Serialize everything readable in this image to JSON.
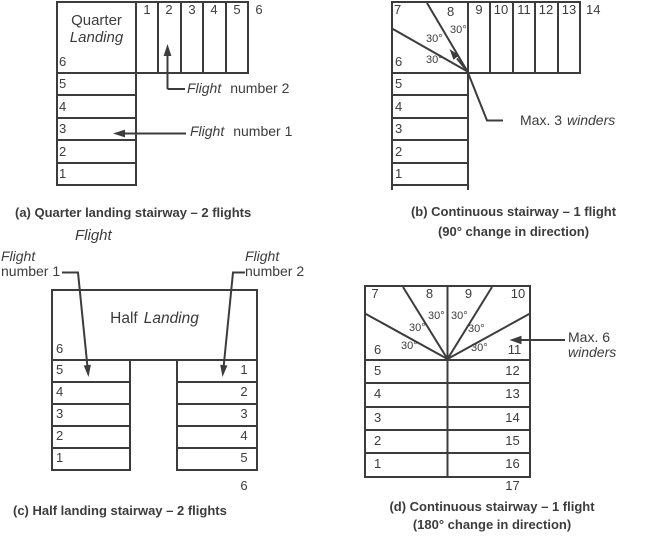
{
  "colors": {
    "ink": "#3c3c3c",
    "background": "#ffffff"
  },
  "diagram_a": {
    "landing_word1": "Quarter",
    "landing_word2": "Landing",
    "landing_number": "6",
    "top_flight_numbers": [
      "1",
      "2",
      "3",
      "4",
      "5"
    ],
    "top_flight_end_number": "6",
    "left_flight_numbers": [
      "5",
      "4",
      "3",
      "2",
      "1"
    ],
    "flight2_word": "Flight",
    "flight2_rest": "number 2",
    "flight1_word": "Flight",
    "flight1_rest": "number 1",
    "caption": "(a) Quarter landing stairway – 2 flights"
  },
  "diagram_b": {
    "corner_number_top": "7",
    "winder_number": "8",
    "corner_number_bottom": "6",
    "angle_labels": [
      "30°",
      "30°",
      "30°"
    ],
    "top_flight_numbers": [
      "9",
      "10",
      "11",
      "12",
      "13"
    ],
    "top_flight_end_number": "14",
    "left_flight_numbers": [
      "5",
      "4",
      "3",
      "2",
      "1"
    ],
    "max_winders_text": "Max. 3",
    "max_winders_italic": "winders",
    "caption_line1": "(b) Continuous stairway – 1 flight",
    "caption_line2": "(90° change in direction)"
  },
  "diagram_c": {
    "flight_heading": "Flight",
    "flight1_word": "Flight",
    "flight1_rest": "number 1",
    "flight2_word": "Flight",
    "flight2_rest": "number 2",
    "landing_word1": "Half",
    "landing_word2": "Landing",
    "landing_number": "6",
    "left_flight_numbers": [
      "5",
      "4",
      "3",
      "2",
      "1"
    ],
    "right_flight_numbers": [
      "1",
      "2",
      "3",
      "4",
      "5"
    ],
    "right_flight_end_number": "6",
    "caption": "(c) Half landing stairway – 2 flights"
  },
  "diagram_d": {
    "top_numbers": [
      "7",
      "8",
      "9",
      "10"
    ],
    "left_corner_number": "6",
    "right_corner_number": "11",
    "angle_labels": [
      "30°",
      "30°",
      "30°",
      "30°",
      "30°",
      "30°"
    ],
    "left_flight_numbers": [
      "5",
      "4",
      "3",
      "2",
      "1"
    ],
    "right_flight_numbers": [
      "12",
      "13",
      "14",
      "15",
      "16"
    ],
    "end_number": "17",
    "max_winders_text": "Max. 6",
    "max_winders_italic": "winders",
    "caption_line1": "(d) Continuous stairway – 1 flight",
    "caption_line2": "(180° change in direction)"
  }
}
